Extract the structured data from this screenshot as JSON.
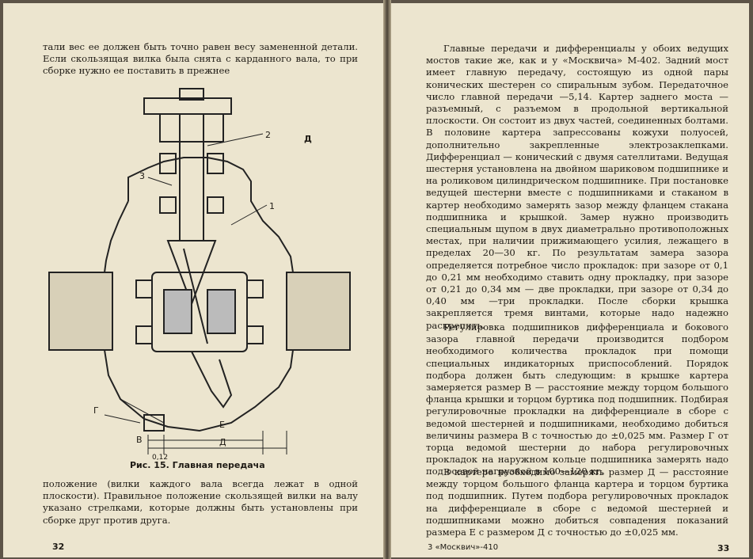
{
  "left_page": {
    "top_text": "тали вес ее должен быть точно равен весу замененной детали. Если скользящая вилка была снята с карданного вала, то при сборке нужно ее поставить в прежнее",
    "figure": {
      "caption": "Рис. 15. Главная передача",
      "labels": {
        "l1": "1",
        "l2": "2",
        "l3": "3",
        "A": "Д",
        "G": "Г",
        "E": "Е",
        "D": "Д",
        "B": "В",
        "dim": "0,12"
      }
    },
    "bottom_text": "положение (вилки каждого вала всегда лежат в одной плоскости). Правильное положение скользящей вилки на валу указано стрелками, которые должны быть установлены при сборке друг против друга.",
    "page_number": "32"
  },
  "right_page": {
    "para1": "Главные передачи и дифференциалы у обоих ведущих мостов такие же, как и у «Москвича» М-402. Задний мост имеет главную передачу, состоящую из одной пары конических шестерен со спиральным зубом. Передаточное число главной передачи —5,14. Картер заднего моста — разъемный, с разъемом в продольной вертикальной плоскости. Он состоит из двух частей, соединенных болтами. В половине картера запрессованы кожухи полуосей, дополнительно закрепленные электрозаклепками. Дифференциал — конический с двумя сателлитами. Ведущая шестерня установлена на двойном шариковом подшипнике и на роликовом цилиндрическом подшипнике. При постановке ведущей шестерни вместе с подшипниками и стаканом в картер необходимо замерять зазор между фланцем стакана подшипника и крышкой. Замер нужно производить специальным щупом в двух диаметрально противоположных местах, при наличии прижимающего усилия, лежащего в пределах 20—30 кг. По результатам замера зазора определяется потребное число прокладок: при зазоре от 0,1 до 0,21 мм необходимо ставить одну прокладку, при зазоре от 0,21 до 0,34 мм — две прокладки, при зазоре от 0,34 до 0,40 мм —три прокладки. После сборки крышка закрепляется тремя винтами, которые надо надежно раскрепить.",
    "para2": "Регулировка подшипников дифференциала и бокового зазора главной передачи производится подбором необходимого количества прокладок при помощи специальных индикаторных приспособлений. Порядок подбора должен быть следующим: в крышке картера замеряется размер В — расстояние между торцом большого фланца крышки и торцом буртика под подшипник. Подбирая регулировочные прокладки на дифференциале в сборе с ведомой шестерней и подшипниками, необходимо добиться величины размера В с точностью до ±0,025 мм. Размер Г от торца ведомой шестерни до набора регулировочных прокладок на наружном кольце подшипника замерять надо под осевой нагрузкой в 100—120 кг.",
    "para3": "В картере необходимо замерять размер Д — расстояние между торцом большого фланца картера и торцом буртика под подшипник. Путем подбора регулировочных прокладок на дифференциале в сборе с ведомой шестерней и подшипниками можно добиться совпадения показаний размера Е с размером Д с точностью до ±0,025 мм.",
    "footer_left": "3 «Москвич»-410",
    "page_number": "33"
  }
}
